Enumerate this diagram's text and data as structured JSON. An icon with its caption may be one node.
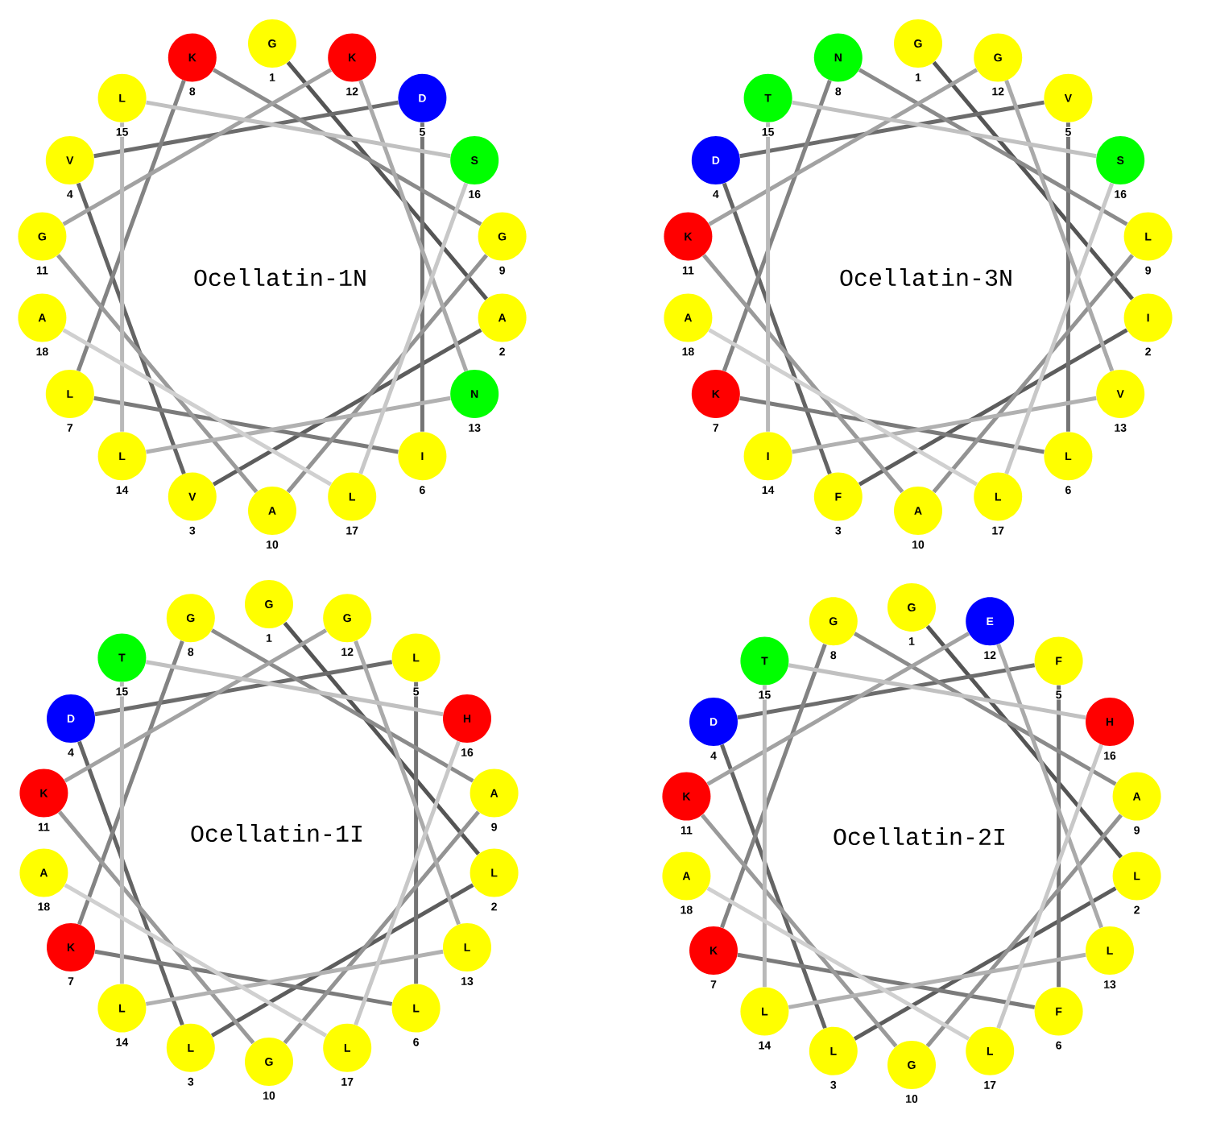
{
  "diagram": {
    "nodes": [
      {
        "text": [
          "G"
        ],
        "beside": [
          "1"
        ]
      },
      {
        "text": [
          "A"
        ],
        "beside": [
          "2"
        ]
      },
      {
        "text": [
          "V"
        ],
        "beside": [
          "3"
        ]
      },
      {
        "text": [
          "V"
        ],
        "beside": [
          "4"
        ]
      },
      {
        "text": [
          "D"
        ],
        "beside": [
          "5"
        ]
      },
      {
        "text": [
          "I"
        ],
        "beside": [
          "6"
        ]
      },
      {
        "text": [
          "L"
        ],
        "beside": [
          "7"
        ]
      },
      {
        "text": [
          "K"
        ],
        "beside": [
          "8"
        ]
      },
      {
        "text": [
          "G"
        ],
        "beside": [
          "9"
        ]
      },
      {
        "text": [
          "A"
        ],
        "beside": [
          "10"
        ]
      },
      {
        "text": [
          "G"
        ],
        "beside": [
          "11"
        ]
      },
      {
        "text": [
          "K"
        ],
        "beside": [
          "12"
        ]
      },
      {
        "text": [
          "N"
        ],
        "beside": [
          "13"
        ]
      },
      {
        "text": [
          "L"
        ],
        "beside": [
          "14"
        ]
      },
      {
        "text": [
          "L"
        ],
        "beside": [
          "15"
        ]
      },
      {
        "text": [
          "S"
        ],
        "beside": [
          "16"
        ]
      },
      {
        "text": [
          "L"
        ],
        "beside": [
          "17"
        ]
      },
      {
        "text": [
          "A"
        ],
        "beside": [
          "18"
        ]
      },
      {
        "text": [
          "G"
        ],
        "beside": [
          "1"
        ]
      },
      {
        "text": [
          "I"
        ],
        "beside": [
          "2"
        ]
      },
      {
        "text": [
          "F"
        ],
        "beside": [
          "3"
        ]
      },
      {
        "text": [
          "D"
        ],
        "beside": [
          "4"
        ]
      },
      {
        "text": [
          "V"
        ],
        "beside": [
          "5"
        ]
      },
      {
        "text": [
          "L"
        ],
        "beside": [
          "6"
        ]
      },
      {
        "text": [
          "K"
        ],
        "beside": [
          "7"
        ]
      },
      {
        "text": [
          "N"
        ],
        "beside": [
          "8"
        ]
      },
      {
        "text": [
          "L"
        ],
        "beside": [
          "9"
        ]
      },
      {
        "text": [
          "A"
        ],
        "beside": [
          "10"
        ]
      },
      {
        "text": [
          "K"
        ],
        "beside": [
          "11"
        ]
      },
      {
        "text": [
          "G"
        ],
        "beside": [
          "12"
        ]
      },
      {
        "text": [
          "V"
        ],
        "beside": [
          "13"
        ]
      },
      {
        "text": [
          "I"
        ],
        "beside": [
          "14"
        ]
      },
      {
        "text": [
          "T"
        ],
        "beside": [
          "15"
        ]
      },
      {
        "text": [
          "S"
        ],
        "beside": [
          "16"
        ]
      },
      {
        "text": [
          "L"
        ],
        "beside": [
          "17"
        ]
      },
      {
        "text": [
          "A"
        ],
        "beside": [
          "18"
        ]
      },
      {
        "text": [
          "G"
        ],
        "beside": [
          "1"
        ]
      },
      {
        "text": [
          "L"
        ],
        "beside": [
          "2"
        ]
      },
      {
        "text": [
          "L"
        ],
        "beside": [
          "3"
        ]
      },
      {
        "text": [
          "D"
        ],
        "beside": [
          "4"
        ]
      },
      {
        "text": [
          "L"
        ],
        "beside": [
          "5"
        ]
      },
      {
        "text": [
          "L"
        ],
        "beside": [
          "6"
        ]
      },
      {
        "text": [
          "K"
        ],
        "beside": [
          "7"
        ]
      },
      {
        "text": [
          "G"
        ],
        "beside": [
          "8"
        ]
      },
      {
        "text": [
          "A"
        ],
        "beside": [
          "9"
        ]
      },
      {
        "text": [
          "G"
        ],
        "beside": [
          "10"
        ]
      },
      {
        "text": [
          "K"
        ],
        "beside": [
          "11"
        ]
      },
      {
        "text": [
          "G"
        ],
        "beside": [
          "12"
        ]
      },
      {
        "text": [
          "L"
        ],
        "beside": [
          "13"
        ]
      },
      {
        "text": [
          "L"
        ],
        "beside": [
          "14"
        ]
      },
      {
        "text": [
          "T"
        ],
        "beside": [
          "15"
        ]
      },
      {
        "text": [
          "H"
        ],
        "beside": [
          "16"
        ]
      },
      {
        "text": [
          "L"
        ],
        "beside": [
          "17"
        ]
      },
      {
        "text": [
          "A"
        ],
        "beside": [
          "18"
        ]
      },
      {
        "text": [
          "G"
        ],
        "beside": [
          "1"
        ]
      },
      {
        "text": [
          "L"
        ],
        "beside": [
          "2"
        ]
      },
      {
        "text": [
          "L"
        ],
        "beside": [
          "3"
        ]
      },
      {
        "text": [
          "D"
        ],
        "beside": [
          "4"
        ]
      },
      {
        "text": [
          "F"
        ],
        "beside": [
          "5"
        ]
      },
      {
        "text": [
          "F"
        ],
        "beside": [
          "6"
        ]
      },
      {
        "text": [
          "K"
        ],
        "beside": [
          "7"
        ]
      },
      {
        "text": [
          "G"
        ],
        "beside": [
          "8"
        ]
      },
      {
        "text": [
          "A"
        ],
        "beside": [
          "9"
        ]
      },
      {
        "text": [
          "G"
        ],
        "beside": [
          "10"
        ]
      },
      {
        "text": [
          "K"
        ],
        "beside": [
          "11"
        ]
      },
      {
        "text": [
          "E"
        ],
        "beside": [
          "12"
        ]
      },
      {
        "text": [
          "L"
        ],
        "beside": [
          "13"
        ]
      },
      {
        "text": [
          "L"
        ],
        "beside": [
          "14"
        ]
      },
      {
        "text": [
          "T"
        ],
        "beside": [
          "15"
        ]
      },
      {
        "text": [
          "H"
        ],
        "beside": [
          "16"
        ]
      },
      {
        "text": [
          "L"
        ],
        "beside": [
          "17"
        ]
      },
      {
        "text": [
          "A"
        ],
        "beside": [
          "18"
        ]
      }
    ],
    "edges": [
      {
        "from": 0,
        "to": 1,
        "arrow": "none",
        "color": "#555555"
      },
      {
        "from": 1,
        "to": 2,
        "arrow": "none",
        "color": "#5d5d5d"
      },
      {
        "from": 2,
        "to": 3,
        "arrow": "none",
        "color": "#646464"
      },
      {
        "from": 3,
        "to": 4,
        "arrow": "none",
        "color": "#6c6c6c"
      },
      {
        "from": 4,
        "to": 5,
        "arrow": "none",
        "color": "#747474"
      },
      {
        "from": 5,
        "to": 6,
        "arrow": "none",
        "color": "#7b7b7b"
      },
      {
        "from": 6,
        "to": 7,
        "arrow": "none",
        "color": "#838383"
      },
      {
        "from": 7,
        "to": 8,
        "arrow": "none",
        "color": "#8b8b8b"
      },
      {
        "from": 8,
        "to": 9,
        "arrow": "none",
        "color": "#939393"
      },
      {
        "from": 9,
        "to": 10,
        "arrow": "none",
        "color": "#9a9a9a"
      },
      {
        "from": 10,
        "to": 11,
        "arrow": "none",
        "color": "#a2a2a2"
      },
      {
        "from": 11,
        "to": 12,
        "arrow": "none",
        "color": "#aaaaaa"
      },
      {
        "from": 12,
        "to": 13,
        "arrow": "none",
        "color": "#b1b1b1"
      },
      {
        "from": 13,
        "to": 14,
        "arrow": "none",
        "color": "#b9b9b9"
      },
      {
        "from": 14,
        "to": 15,
        "arrow": "none",
        "color": "#c1c1c1"
      },
      {
        "from": 15,
        "to": 16,
        "arrow": "none",
        "color": "#c8c8c8"
      },
      {
        "from": 16,
        "to": 17,
        "arrow": "none",
        "color": "#d0d0d0"
      },
      {
        "from": 18,
        "to": 19,
        "arrow": "none",
        "color": "#555555"
      },
      {
        "from": 19,
        "to": 20,
        "arrow": "none",
        "color": "#5d5d5d"
      },
      {
        "from": 20,
        "to": 21,
        "arrow": "none",
        "color": "#646464"
      },
      {
        "from": 21,
        "to": 22,
        "arrow": "none",
        "color": "#6c6c6c"
      },
      {
        "from": 22,
        "to": 23,
        "arrow": "none",
        "color": "#747474"
      },
      {
        "from": 23,
        "to": 24,
        "arrow": "none",
        "color": "#7b7b7b"
      },
      {
        "from": 24,
        "to": 25,
        "arrow": "none",
        "color": "#838383"
      },
      {
        "from": 25,
        "to": 26,
        "arrow": "none",
        "color": "#8b8b8b"
      },
      {
        "from": 26,
        "to": 27,
        "arrow": "none",
        "color": "#939393"
      },
      {
        "from": 27,
        "to": 28,
        "arrow": "none",
        "color": "#9a9a9a"
      },
      {
        "from": 28,
        "to": 29,
        "arrow": "none",
        "color": "#a2a2a2"
      },
      {
        "from": 29,
        "to": 30,
        "arrow": "none",
        "color": "#aaaaaa"
      },
      {
        "from": 30,
        "to": 31,
        "arrow": "none",
        "color": "#b1b1b1"
      },
      {
        "from": 31,
        "to": 32,
        "arrow": "none",
        "color": "#b9b9b9"
      },
      {
        "from": 32,
        "to": 33,
        "arrow": "none",
        "color": "#c1c1c1"
      },
      {
        "from": 33,
        "to": 34,
        "arrow": "none",
        "color": "#c8c8c8"
      },
      {
        "from": 34,
        "to": 35,
        "arrow": "none",
        "color": "#d0d0d0"
      },
      {
        "from": 36,
        "to": 37,
        "arrow": "none",
        "color": "#555555"
      },
      {
        "from": 37,
        "to": 38,
        "arrow": "none",
        "color": "#5d5d5d"
      },
      {
        "from": 38,
        "to": 39,
        "arrow": "none",
        "color": "#646464"
      },
      {
        "from": 39,
        "to": 40,
        "arrow": "none",
        "color": "#6c6c6c"
      },
      {
        "from": 40,
        "to": 41,
        "arrow": "none",
        "color": "#747474"
      },
      {
        "from": 41,
        "to": 42,
        "arrow": "none",
        "color": "#7b7b7b"
      },
      {
        "from": 42,
        "to": 43,
        "arrow": "none",
        "color": "#838383"
      },
      {
        "from": 43,
        "to": 44,
        "arrow": "none",
        "color": "#8b8b8b"
      },
      {
        "from": 44,
        "to": 45,
        "arrow": "none",
        "color": "#939393"
      },
      {
        "from": 45,
        "to": 46,
        "arrow": "none",
        "color": "#9a9a9a"
      },
      {
        "from": 46,
        "to": 47,
        "arrow": "none",
        "color": "#a2a2a2"
      },
      {
        "from": 47,
        "to": 48,
        "arrow": "none",
        "color": "#aaaaaa"
      },
      {
        "from": 48,
        "to": 49,
        "arrow": "none",
        "color": "#b1b1b1"
      },
      {
        "from": 49,
        "to": 50,
        "arrow": "none",
        "color": "#b9b9b9"
      },
      {
        "from": 50,
        "to": 51,
        "arrow": "none",
        "color": "#c1c1c1"
      },
      {
        "from": 51,
        "to": 52,
        "arrow": "none",
        "color": "#c8c8c8"
      },
      {
        "from": 52,
        "to": 53,
        "arrow": "none",
        "color": "#d0d0d0"
      },
      {
        "from": 54,
        "to": 55,
        "arrow": "none",
        "color": "#555555"
      },
      {
        "from": 55,
        "to": 56,
        "arrow": "none",
        "color": "#5d5d5d"
      },
      {
        "from": 56,
        "to": 57,
        "arrow": "none",
        "color": "#646464"
      },
      {
        "from": 57,
        "to": 58,
        "arrow": "none",
        "color": "#6c6c6c"
      },
      {
        "from": 58,
        "to": 59,
        "arrow": "none",
        "color": "#747474"
      },
      {
        "from": 59,
        "to": 60,
        "arrow": "none",
        "color": "#7b7b7b"
      },
      {
        "from": 60,
        "to": 61,
        "arrow": "none",
        "color": "#838383"
      },
      {
        "from": 61,
        "to": 62,
        "arrow": "none",
        "color": "#8b8b8b"
      },
      {
        "from": 62,
        "to": 63,
        "arrow": "none",
        "color": "#939393"
      },
      {
        "from": 63,
        "to": 64,
        "arrow": "none",
        "color": "#9a9a9a"
      },
      {
        "from": 64,
        "to": 65,
        "arrow": "none",
        "color": "#a2a2a2"
      },
      {
        "from": 65,
        "to": 66,
        "arrow": "none",
        "color": "#aaaaaa"
      },
      {
        "from": 66,
        "to": 67,
        "arrow": "none",
        "color": "#b1b1b1"
      },
      {
        "from": 67,
        "to": 68,
        "arrow": "none",
        "color": "#b9b9b9"
      },
      {
        "from": 68,
        "to": 69,
        "arrow": "none",
        "color": "#c1c1c1"
      },
      {
        "from": 69,
        "to": 70,
        "arrow": "none",
        "color": "#c8c8c8"
      },
      {
        "from": 70,
        "to": 71,
        "arrow": "none",
        "color": "#d0d0d0"
      }
    ],
    "labels": [
      "Ocellatin-1N",
      "Ocellatin-3N",
      "Ocellatin-1I",
      "Ocellatin-2I"
    ]
  }
}
